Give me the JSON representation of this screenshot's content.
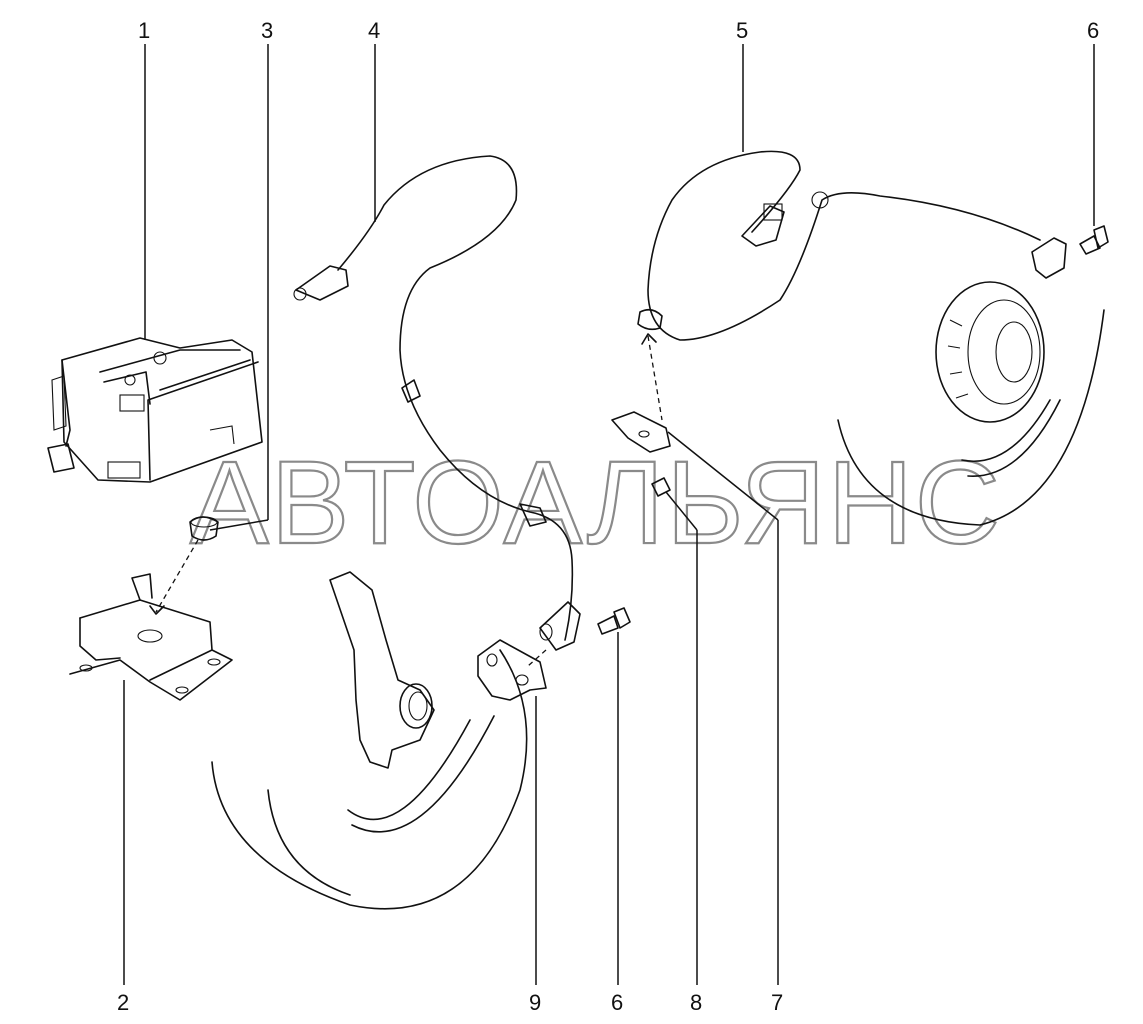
{
  "watermark": "АВТОАЛЬЯНС",
  "callouts": {
    "c1": "1",
    "c2": "2",
    "c3": "3",
    "c4": "4",
    "c5": "5",
    "c6_top": "6",
    "c6_bottom": "6",
    "c7": "7",
    "c8": "8",
    "c9": "9"
  }
}
